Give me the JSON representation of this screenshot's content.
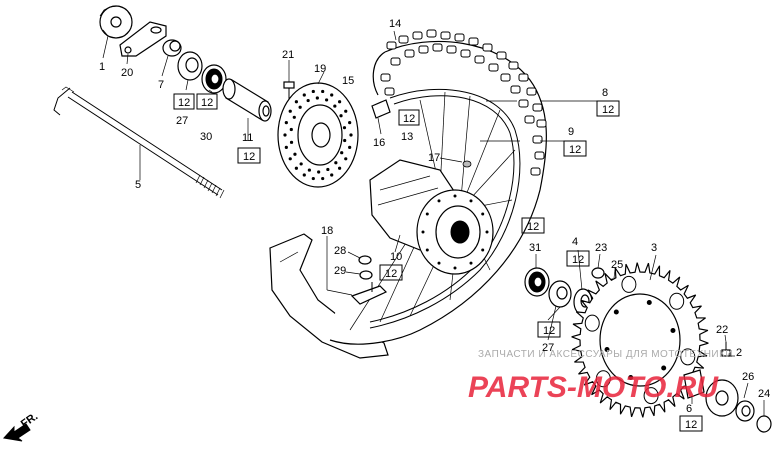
{
  "labels": {
    "l1": "1",
    "l20": "20",
    "l7": "7",
    "l27a": "27",
    "l30": "30",
    "l12a": "12",
    "l12b": "12",
    "l21": "21",
    "l19": "19",
    "l15": "15",
    "l11": "11",
    "l12c": "12",
    "l14": "14",
    "l16": "16",
    "l13": "13",
    "l12d": "12",
    "l8": "8",
    "l12e": "12",
    "l9": "9",
    "l12f": "12",
    "l5": "5",
    "l17": "17",
    "l10": "10",
    "l18": "18",
    "l28": "28",
    "l29": "29",
    "l12g": "12",
    "l12h": "12",
    "l31": "31",
    "l4": "4",
    "l23": "23",
    "l12i": "12",
    "l3": "3",
    "l25": "25",
    "l12j": "12",
    "l27b": "27",
    "l22": "22",
    "l2": "2",
    "l26": "26",
    "l24": "24",
    "l6": "6",
    "l12k": "12"
  },
  "direction_label": "FR.",
  "watermark": {
    "line1": "ЗАПЧАСТИ И АКСЕССУАРЫ ДЛЯ МОТОТЕХНИКИ",
    "line2": "PARTS-MOTO.RU"
  }
}
